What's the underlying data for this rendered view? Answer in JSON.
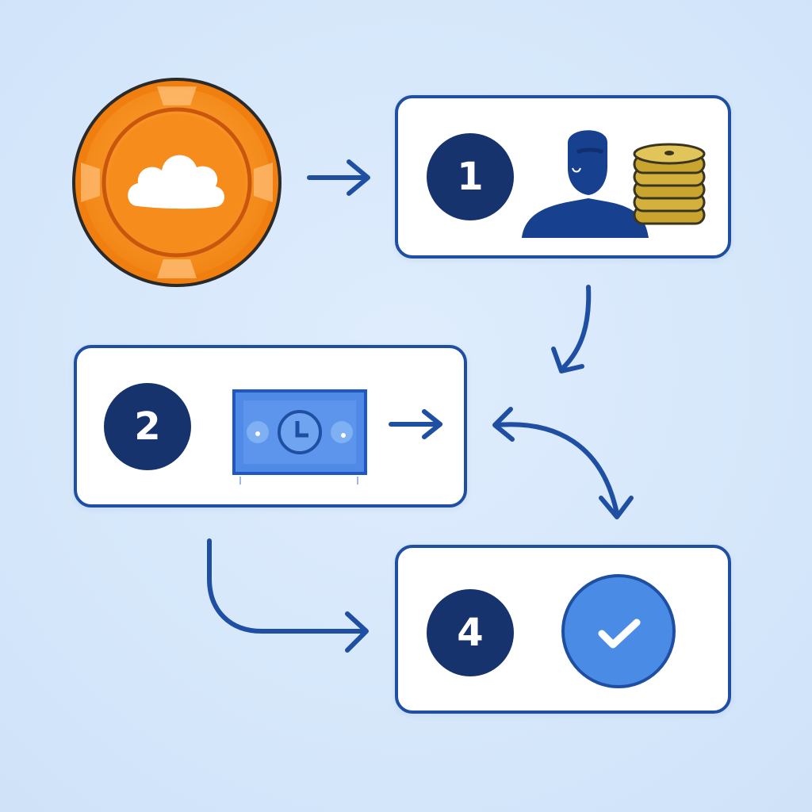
{
  "diagram": {
    "start_icon": "cloud-token-icon",
    "steps": [
      {
        "number": "1",
        "icon": "user-with-coins-icon"
      },
      {
        "number": "2",
        "icon": "banknote-icon"
      },
      {
        "number": "4",
        "icon": "check-circle-icon"
      }
    ],
    "colors": {
      "background": "#d8e8fa",
      "card_border": "#1f4fa3",
      "badge": "#17336d",
      "arrow": "#1f4fa3",
      "token_orange": "#f7931a",
      "coin_gold": "#d4b13c",
      "check_blue": "#4a8be6"
    }
  }
}
